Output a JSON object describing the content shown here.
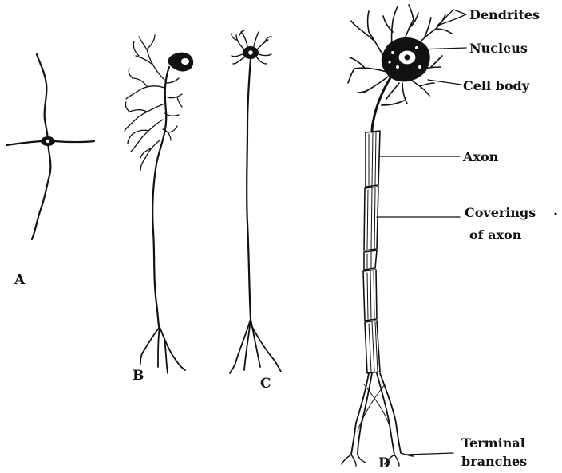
{
  "figure": {
    "panels": [
      {
        "letter": "A"
      },
      {
        "letter": "B"
      },
      {
        "letter": "C"
      },
      {
        "letter": "D"
      }
    ],
    "labels": {
      "dendrites": "Dendrites",
      "nucleus": "Nucleus",
      "cell_body": "Cell body",
      "axon": "Axon",
      "coverings_line1": "Coverings",
      "coverings_line2": "of axon",
      "terminal_line1": "Terminal",
      "terminal_line2": "branches"
    }
  }
}
